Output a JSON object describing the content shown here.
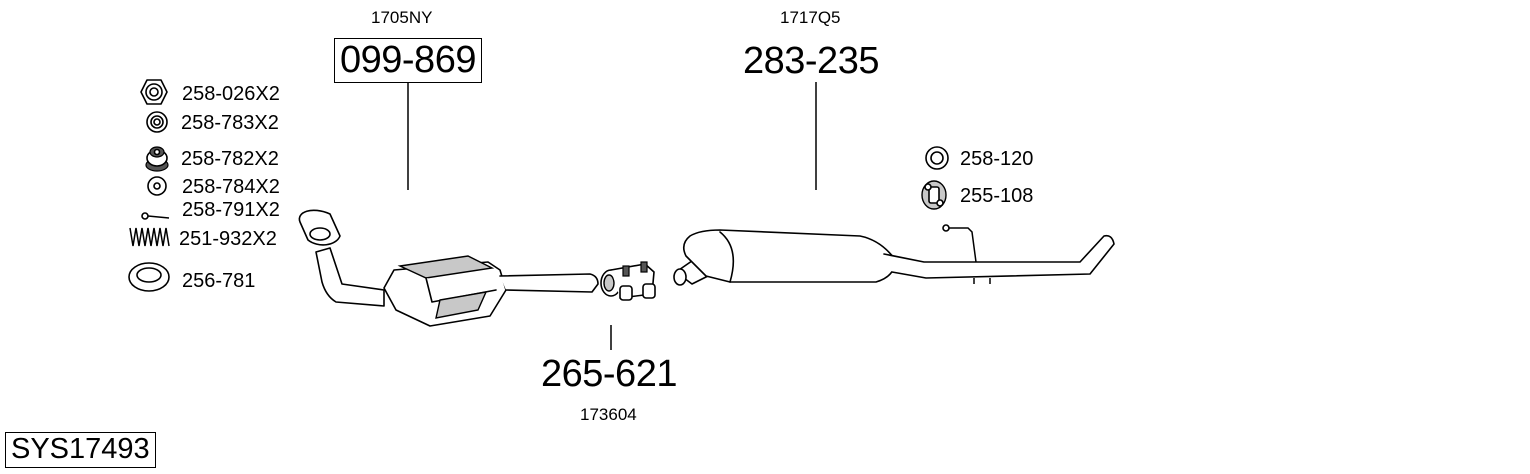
{
  "system_code": "SYS17493",
  "parts": {
    "catalytic": {
      "ref": "1705NY",
      "number": "099-869"
    },
    "silencer": {
      "ref": "1717Q5",
      "number": "283-235"
    },
    "connector": {
      "ref": "173604",
      "number": "265-621"
    }
  },
  "kit_items": [
    {
      "icon": "nut-icon",
      "label": "258-026X2"
    },
    {
      "icon": "washer-icon",
      "label": "258-783X2"
    },
    {
      "icon": "bush-icon",
      "label": "258-782X2"
    },
    {
      "icon": "ring-icon",
      "label": "258-784X2"
    },
    {
      "icon": "bolt-icon",
      "label": "258-791X2"
    },
    {
      "icon": "spring-icon",
      "label": "251-932X2"
    },
    {
      "icon": "gasket-icon",
      "label": "256-781"
    }
  ],
  "mount_items": [
    {
      "icon": "rubber-ring-icon",
      "label": "258-120"
    },
    {
      "icon": "rubber-mount-icon",
      "label": "255-108"
    }
  ]
}
